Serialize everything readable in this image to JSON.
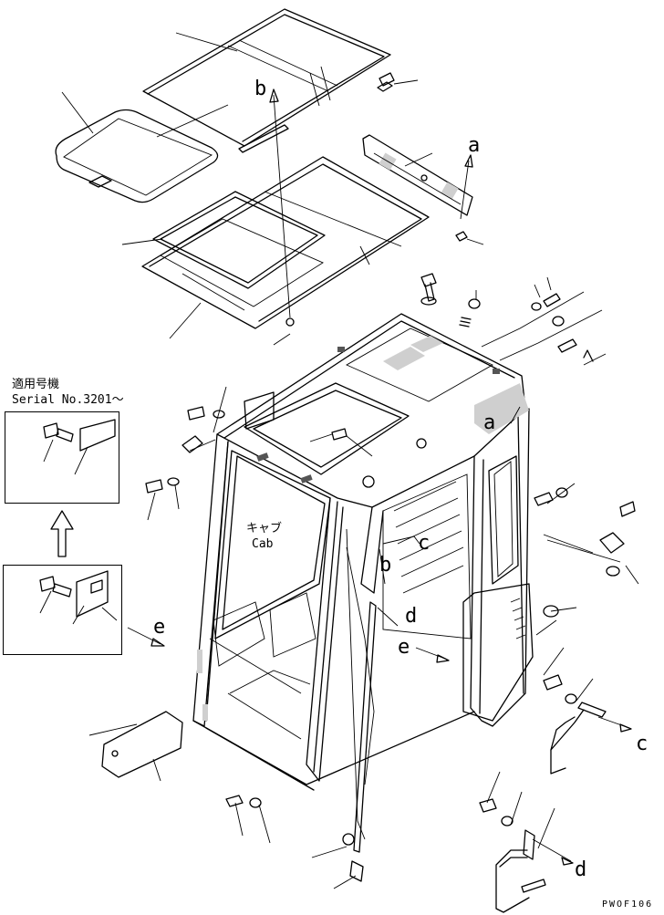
{
  "serial_note": {
    "line1": "適用号機",
    "line2": "Serial No.3201～"
  },
  "cab_label": {
    "jp": "キャブ",
    "en": "Cab"
  },
  "view_refs": {
    "a_top": "a",
    "a_side": "a",
    "b_top": "b",
    "b_inner": "b",
    "c_inner": "c",
    "c_right": "c",
    "d_inner": "d",
    "d_bottom": "d",
    "e_left": "e",
    "e_inner": "e"
  },
  "drawing_code": "PWOF106"
}
